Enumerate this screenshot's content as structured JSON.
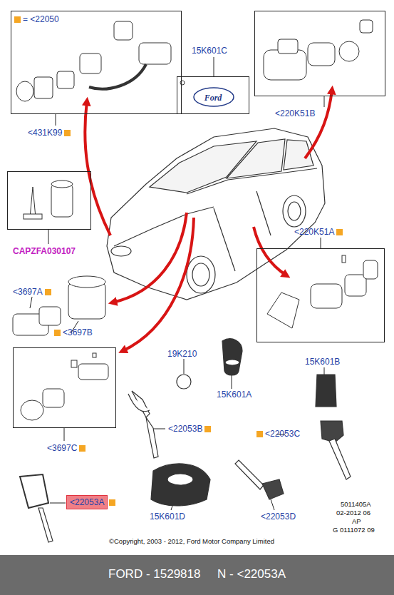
{
  "diagram": {
    "caption": "FORD - 1529818     N - <22053A",
    "nodes": [
      {
        "text": [
          "<431K99"
        ]
      },
      {
        "text": [
          "15K601C",
          "Ford"
        ]
      },
      {
        "text": [
          "<220K51B"
        ]
      },
      {
        "text": [
          "CAPZFA030107"
        ]
      },
      {
        "text": [
          "<220K51A"
        ]
      },
      {
        "text": [
          "<3697C"
        ]
      }
    ],
    "labels": [
      "<3697A",
      "<3697B",
      "19K210",
      "15K601A",
      "15K601B",
      "<22053B",
      "<22053C",
      "<22053A",
      "15K601D",
      "<22053D",
      "5011405A",
      "02-2012 06",
      "AP",
      "G 0111072 09",
      "©Copyright, 2003 - 2012, Ford Motor Company Limited"
    ],
    "legend": [
      {
        "text": "= <22050",
        "color": "#f5a623"
      }
    ]
  }
}
